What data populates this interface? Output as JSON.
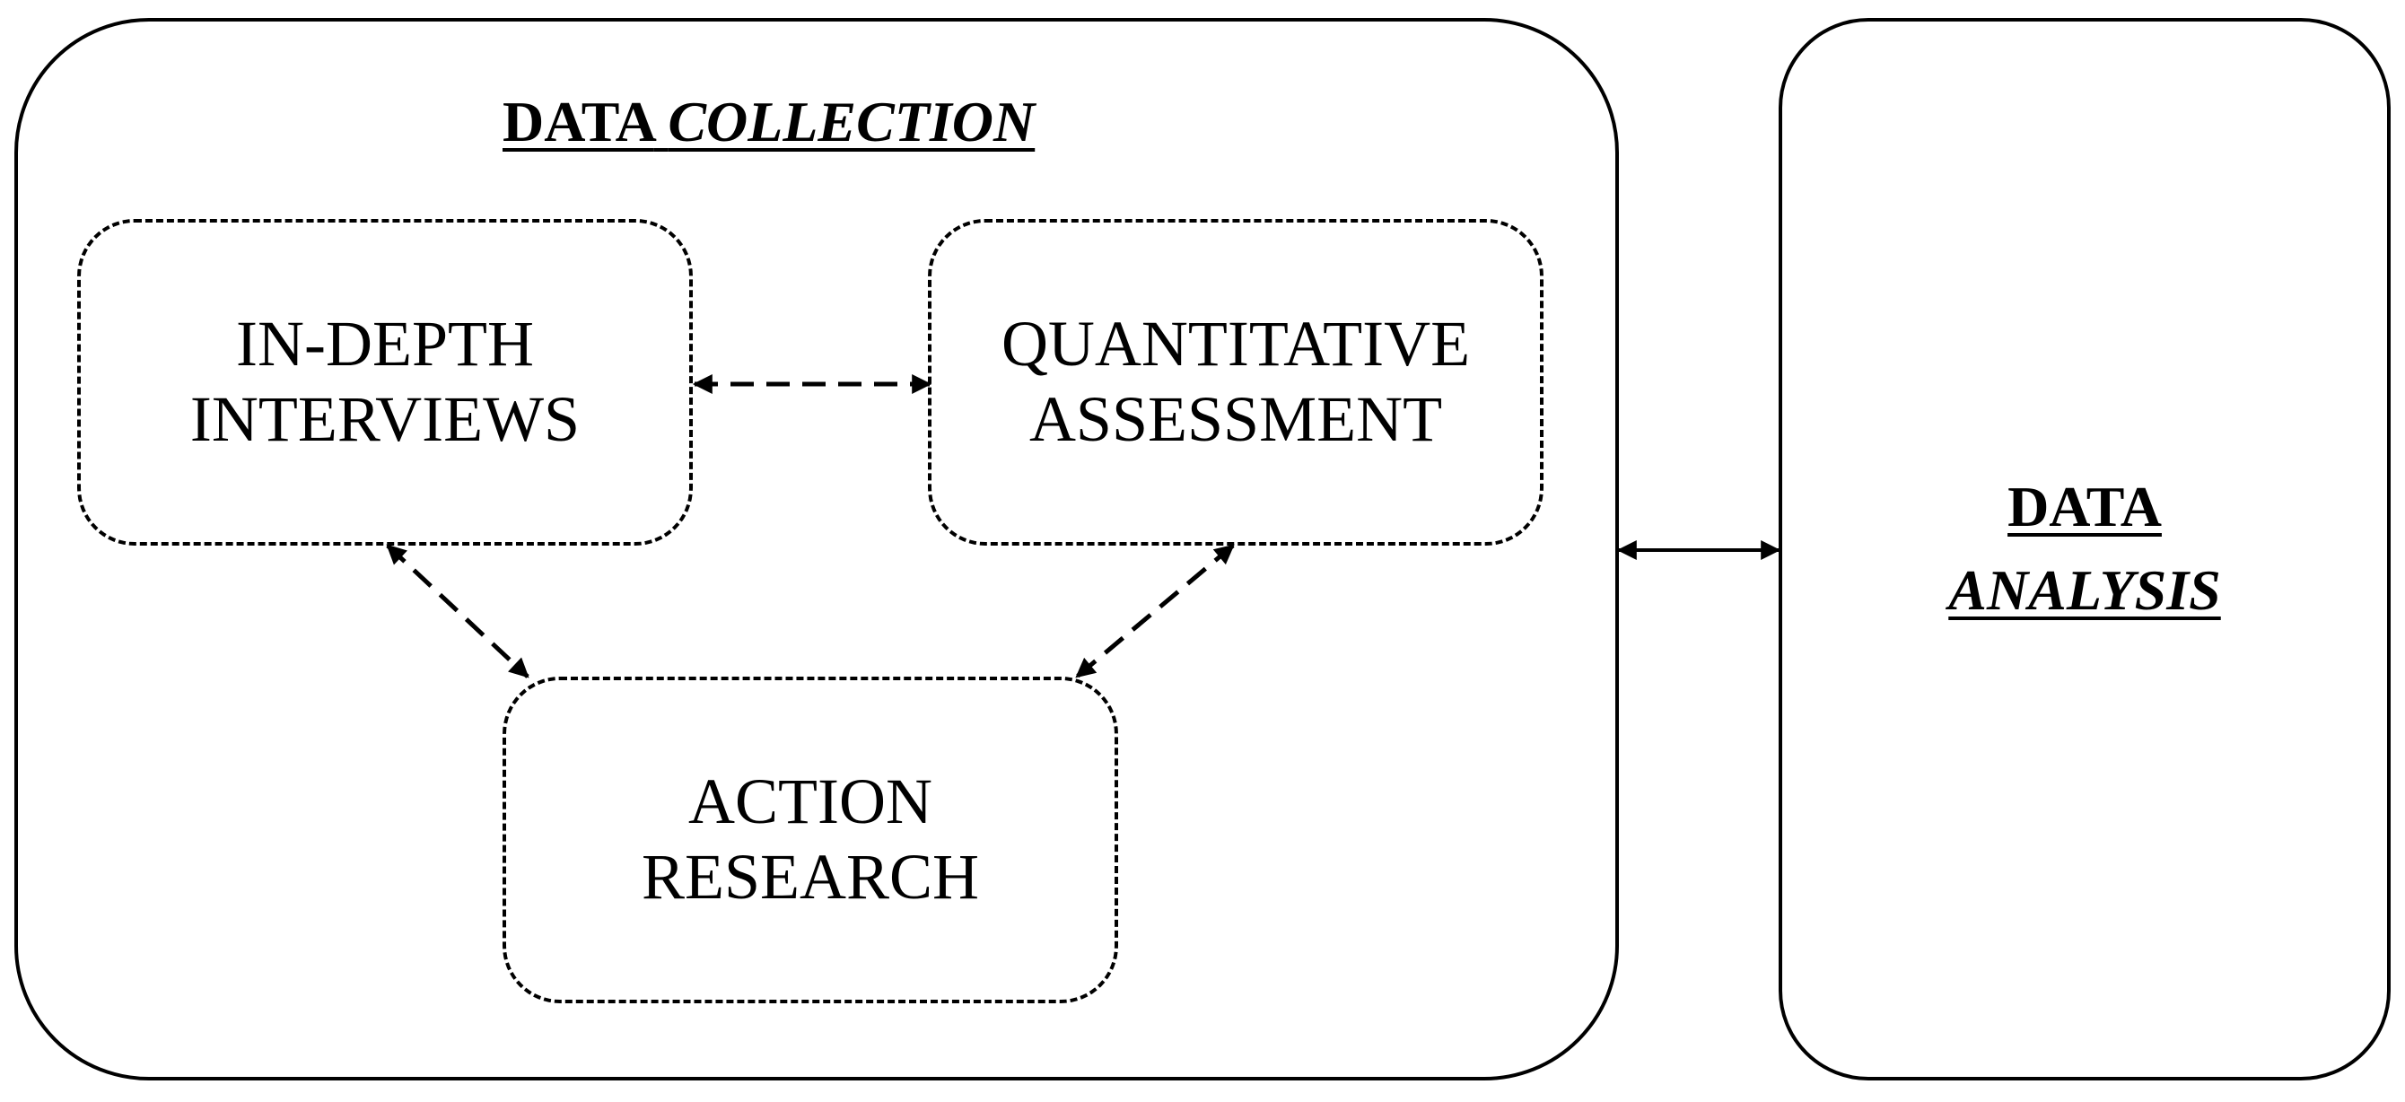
{
  "collection_panel": {
    "title_word_1": "DATA",
    "title_word_2": "COLLECTION"
  },
  "nodes": {
    "interviews": {
      "line1": "IN-DEPTH",
      "line2": "INTERVIEWS"
    },
    "quantitative": {
      "line1": "QUANTITATIVE",
      "line2": "ASSESSMENT"
    },
    "action": {
      "line1": "ACTION",
      "line2": "RESEARCH"
    }
  },
  "analysis_panel": {
    "title_word_1": "DATA",
    "title_word_2": "ANALYSIS"
  }
}
